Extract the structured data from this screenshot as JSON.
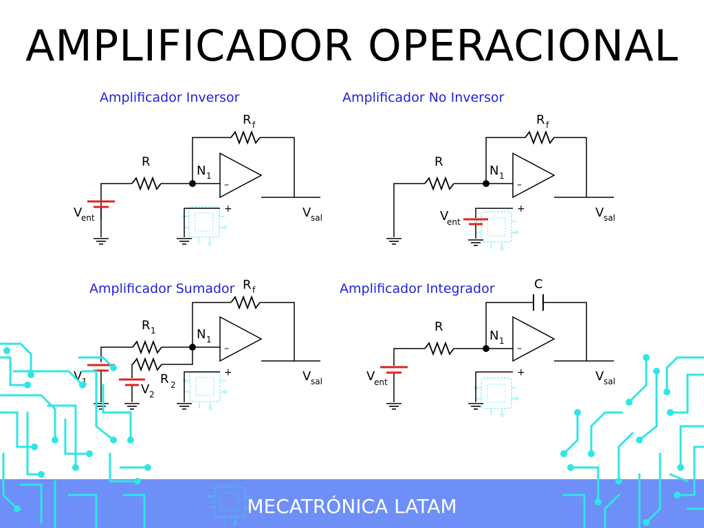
{
  "title": "AMPLIFICADOR OPERACIONAL",
  "footer": "MECATRÓNICA LATAM",
  "colors": {
    "subtitle": "#1f1fdc",
    "source": "#e02020",
    "circuit_deco": "#2ee6e6",
    "footer_band": "#6e8ff7"
  },
  "circuits": [
    {
      "title": "Amplificador Inversor",
      "labels": {
        "rf_main": "R",
        "rf_sub": "f",
        "r": "R",
        "n_main": "N",
        "n_sub": "1",
        "vent_main": "V",
        "vent_sub": "ent",
        "vsal_main": "V",
        "vsal_sub": "sal",
        "minus": "–",
        "plus": "+"
      }
    },
    {
      "title": "Amplificador No Inversor",
      "labels": {
        "rf_main": "R",
        "rf_sub": "f",
        "r": "R",
        "n_main": "N",
        "n_sub": "1",
        "vent_main": "V",
        "vent_sub": "ent",
        "vsal_main": "V",
        "vsal_sub": "sal",
        "minus": "–",
        "plus": "+"
      }
    },
    {
      "title": "Amplificador Sumador",
      "labels": {
        "rf_main": "R",
        "rf_sub": "f",
        "r1_main": "R",
        "r1_sub": "1",
        "r2_main": "R",
        "r2_sub": "2",
        "n_main": "N",
        "n_sub": "1",
        "v1_main": "V",
        "v1_sub": "1",
        "v2_main": "V",
        "v2_sub": "2",
        "vsal_main": "V",
        "vsal_sub": "sal",
        "minus": "–",
        "plus": "+"
      }
    },
    {
      "title": "Amplificador Integrador",
      "labels": {
        "c": "C",
        "r": "R",
        "n_main": "N",
        "n_sub": "1",
        "vent_main": "V",
        "vent_sub": "ent",
        "vsal_main": "V",
        "vsal_sub": "sal",
        "minus": "–",
        "plus": "+"
      }
    }
  ]
}
